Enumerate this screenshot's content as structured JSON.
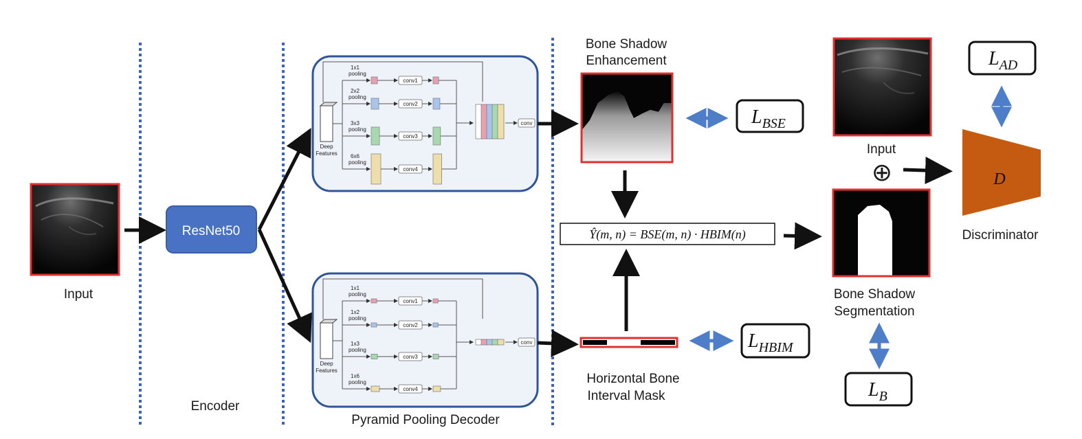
{
  "labels": {
    "input_left": "Input",
    "encoder": "Encoder",
    "resnet": "ResNet50",
    "ppd": "Pyramid Pooling Decoder",
    "bse_line1": "Bone Shadow",
    "bse_line2": "Enhancement",
    "hbim_line1": "Horizontal Bone",
    "hbim_line2": "Interval Mask",
    "input_right": "Input",
    "seg_line1": "Bone Shadow",
    "seg_line2": "Segmentation",
    "discriminator": "Discriminator",
    "disc_symbol": "D",
    "oplus": "⊕"
  },
  "losses": {
    "bse": {
      "base": "L",
      "sub": "BSE"
    },
    "hbim": {
      "base": "L",
      "sub": "HBIM"
    },
    "b": {
      "base": "L",
      "sub": "B"
    },
    "ad": {
      "base": "L",
      "sub": "AD"
    }
  },
  "formula": "Ŷ(m, n) = BSE(m, n) · HBIM(n)",
  "decoder_top": {
    "rows": [
      {
        "pool": "1x1",
        "sub": "pooling",
        "conv": "conv1",
        "color": "#e8a0b0"
      },
      {
        "pool": "2x2",
        "sub": "pooling",
        "conv": "conv2",
        "color": "#a9c4ea"
      },
      {
        "pool": "3x3",
        "sub": "pooling",
        "conv": "conv3",
        "color": "#a8d8b0"
      },
      {
        "pool": "6x6",
        "sub": "pooling",
        "conv": "conv4",
        "color": "#f0deaa"
      }
    ],
    "features_line1": "Deep",
    "features_line2": "Features",
    "out_conv": "conv"
  },
  "decoder_bottom": {
    "rows": [
      {
        "pool": "1x1",
        "sub": "pooling",
        "conv": "conv1",
        "color": "#e8a0b0"
      },
      {
        "pool": "1x2",
        "sub": "pooling",
        "conv": "conv2",
        "color": "#a9c4ea"
      },
      {
        "pool": "1x3",
        "sub": "pooling",
        "conv": "conv3",
        "color": "#a8d8b0"
      },
      {
        "pool": "1x6",
        "sub": "pooling",
        "conv": "conv4",
        "color": "#f0deaa"
      }
    ],
    "features_line1": "Deep",
    "features_line2": "Features",
    "out_conv": "conv"
  },
  "colors": {
    "divider": "#3a63b8",
    "resnet_fill": "#4a72c4",
    "panel_border": "#2f5597",
    "panel_fill": "#eef2f9",
    "image_border": "#e03030",
    "double_arrow": "#4f7ec8",
    "discriminator": "#c55a11"
  }
}
